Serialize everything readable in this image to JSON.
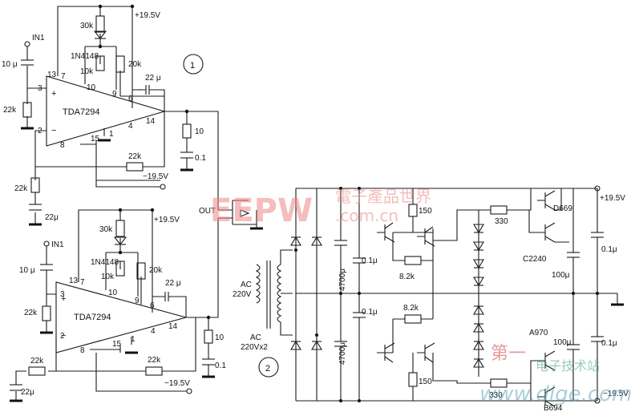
{
  "amp1": {
    "number": "1",
    "input_label": "IN1",
    "chip": "TDA7294",
    "c_in": "10 μ",
    "r_in": "22k",
    "r_top1": "30k",
    "diode": "1N4148",
    "r_10k": "10k",
    "r_20k": "20k",
    "c_boot": "22 μ",
    "r_fb": "22k",
    "r_gnd": "22k",
    "c_gnd": "22μ",
    "zobel_r": "10",
    "zobel_c": "0.1",
    "vpos": "+19.5V",
    "vneg": "−19.5V",
    "pins": {
      "p13": "13",
      "p7": "7",
      "p10": "10",
      "p9": "9",
      "p6": "6",
      "p3": "3",
      "p2": "2",
      "p4": "4",
      "p14": "14",
      "p8": "8",
      "p15": "15",
      "p1": "1"
    }
  },
  "amp2": {
    "input_label": "IN1",
    "chip": "TDA7294",
    "c_in": "10 μ",
    "r_in": "22k",
    "r_top1": "30k",
    "diode": "1N4148",
    "r_10k": "10k",
    "r_20k": "20k",
    "c_boot": "22 μ",
    "r_fb": "22k",
    "r_gnd": "22k",
    "c_gnd": "22μ",
    "zobel_r": "10",
    "zobel_c": "0.1",
    "vpos": "+19.5V",
    "vneg": "−19.5V",
    "pins": {
      "p13": "13",
      "p7": "7",
      "p10": "10",
      "p9": "9",
      "p6": "6",
      "p3": "3",
      "p2": "2",
      "p4": "4",
      "p14": "14",
      "p8": "8",
      "p15": "15",
      "p1": "1"
    }
  },
  "out_label": "OUT",
  "psu": {
    "number": "2",
    "ac_in": "AC\n220V",
    "ac_in_1": "AC",
    "ac_in_2": "220V",
    "ac_out_1": "AC",
    "ac_out_2": "220Vx2",
    "c_big_top": "4700μ",
    "c_big_bot": "4700μ",
    "c_small_top": "0.1μ",
    "c_small_bot": "0.1μ",
    "r150_top": "150",
    "r150_bot": "150",
    "r82_top": "8.2k",
    "r82_bot": "8.2k",
    "r330_top": "330",
    "r330_bot": "330",
    "q_top_drv": "C2240",
    "q_top_pwr": "D669",
    "q_bot_drv": "A970",
    "q_bot_pwr": "B694",
    "c_out_top": "100μ",
    "c_out_bot": "100μ",
    "c_out_s_top": "0.1μ",
    "c_out_s_bot": "0.1μ",
    "vpos": "+19.5V",
    "vneg": "−19.5V"
  },
  "watermark": {
    "brand": "EEPW",
    "site_cn": "電子產品世界",
    "site": ".com.cn",
    "cn2": "第一",
    "cn3": "电子技术站",
    "site2": "www.dige.com"
  }
}
